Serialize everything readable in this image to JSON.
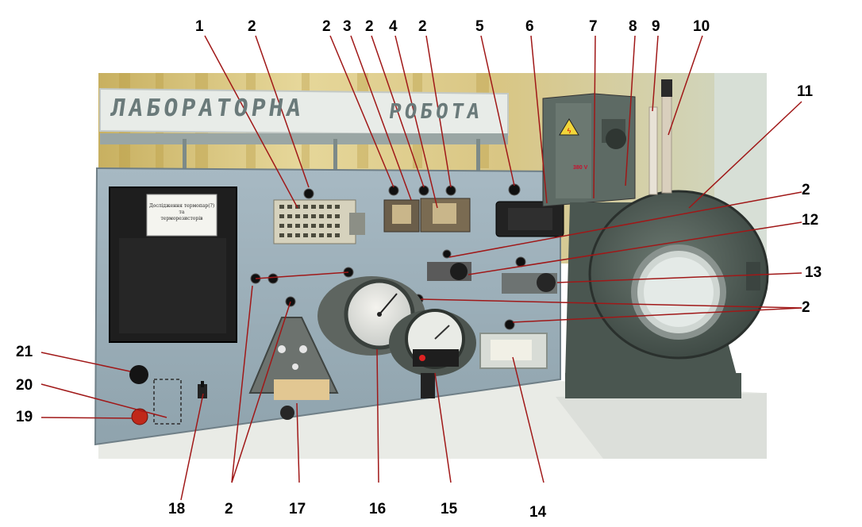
{
  "sign": {
    "left_word": "ЛАБОРАТОРНА",
    "right_word": "РОБОТА"
  },
  "panel_card": {
    "line1": "Дослідження термопар(?)",
    "line2": "та",
    "line3": "терморезисторів"
  },
  "warning_label": "380 V",
  "callouts": [
    {
      "id": "label-1",
      "text": "1"
    },
    {
      "id": "label-2a",
      "text": "2"
    },
    {
      "id": "label-2b",
      "text": "2"
    },
    {
      "id": "label-3",
      "text": "3"
    },
    {
      "id": "label-2c",
      "text": "2"
    },
    {
      "id": "label-4",
      "text": "4"
    },
    {
      "id": "label-2d",
      "text": "2"
    },
    {
      "id": "label-5",
      "text": "5"
    },
    {
      "id": "label-6",
      "text": "6"
    },
    {
      "id": "label-7",
      "text": "7"
    },
    {
      "id": "label-8",
      "text": "8"
    },
    {
      "id": "label-9",
      "text": "9"
    },
    {
      "id": "label-10",
      "text": "10"
    },
    {
      "id": "label-11",
      "text": "11"
    },
    {
      "id": "label-2e",
      "text": "2"
    },
    {
      "id": "label-12",
      "text": "12"
    },
    {
      "id": "label-13",
      "text": "13"
    },
    {
      "id": "label-2f",
      "text": "2"
    },
    {
      "id": "label-21",
      "text": "21"
    },
    {
      "id": "label-20",
      "text": "20"
    },
    {
      "id": "label-19",
      "text": "19"
    },
    {
      "id": "label-18",
      "text": "18"
    },
    {
      "id": "label-2g",
      "text": "2"
    },
    {
      "id": "label-17",
      "text": "17"
    },
    {
      "id": "label-16",
      "text": "16"
    },
    {
      "id": "label-15",
      "text": "15"
    },
    {
      "id": "label-14",
      "text": "14"
    }
  ]
}
